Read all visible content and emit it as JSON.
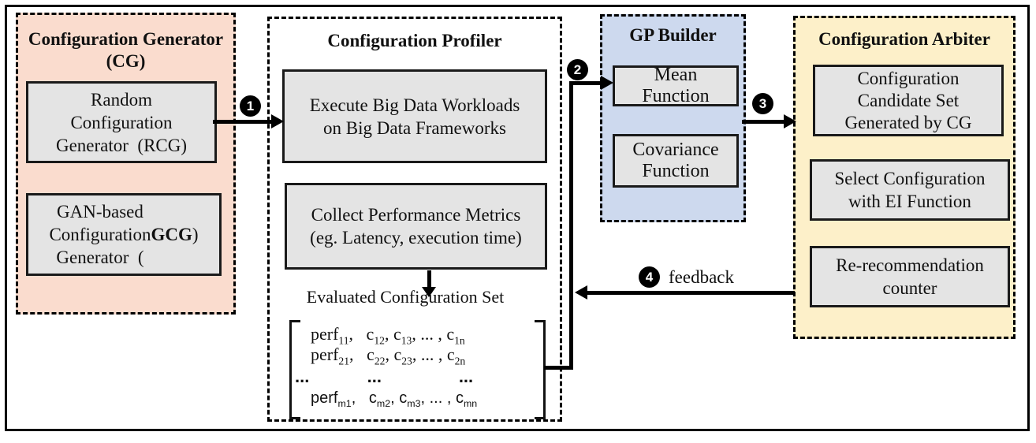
{
  "diagram": {
    "cg": {
      "title": "Configuration Generator\n(CG)",
      "rcg": "Random\nConfiguration\nGenerator  (RCG)",
      "gcg": "GAN-based\nConfiguration\nGenerator  (*{GCG})"
    },
    "profiler": {
      "title": "Configuration Profiler",
      "execute": "Execute Big Data Workloads\non Big Data Frameworks",
      "collect": "Collect Performance Metrics\n(eg. Latency, execution time)",
      "evaluated_label": "Evaluated Configuration Set",
      "matrix": {
        "row1": "perf_{11},   c_{12}, c_{13}, ... , c_{1n}",
        "row2": "perf_{21},   c_{22}, c_{23}, ... , c_{2n}",
        "row3": "...            ...                ...",
        "row4": "perf_{m1},   c_{m2}, c_{m3}, ... , c_{mn}"
      }
    },
    "gp": {
      "title": "GP Builder",
      "mean": "Mean\nFunction",
      "covariance": "Covariance\nFunction"
    },
    "arbiter": {
      "title": "Configuration Arbiter",
      "candidate": "Configuration\nCandidate Set\nGenerated by CG",
      "select": "Select Configuration\nwith EI Function",
      "counter": "Re-recommendation\ncounter"
    },
    "steps": {
      "s1": "1",
      "s2": "2",
      "s3": "3",
      "s4": "4",
      "feedback_label": "feedback"
    },
    "colors": {
      "cg_bg": "#fadcce",
      "gp_bg": "#cdd9ee",
      "arbiter_bg": "#fdf0c9",
      "box_bg": "#e4e4e4",
      "line": "#000000"
    }
  }
}
